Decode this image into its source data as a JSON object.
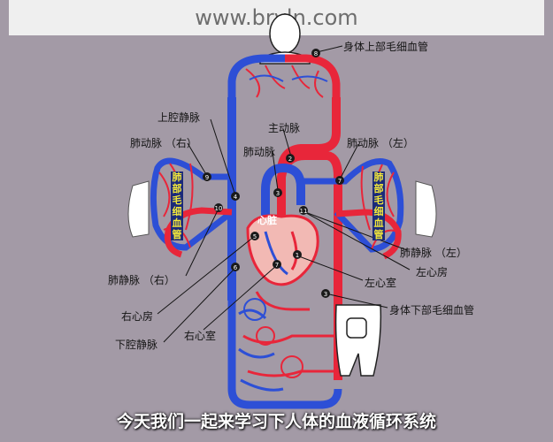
{
  "watermark": {
    "url": "www.bryln.com"
  },
  "labels": {
    "upper_body_capillaries": "身体上部毛细血管",
    "superior_vena_cava": "上腔静脉",
    "aorta": "主动脉",
    "pulmonary_artery": "肺动脉",
    "pulmonary_artery_right": "肺动脉 （右）",
    "pulmonary_artery_left": "肺动脉 （左）",
    "pulmonary_vein_right": "肺静脉 （右）",
    "pulmonary_vein_left": "肺静脉 （左）",
    "left_atrium": "左心房",
    "left_ventricle": "左心室",
    "lower_body_capillaries": "身体下部毛细血管",
    "right_atrium": "右心房",
    "right_ventricle": "右心室",
    "inferior_vena_cava": "下腔静脉",
    "lung_capillaries_right": "肺部毛细血管",
    "lung_capillaries_left": "肺部毛细血管",
    "heart_text": "心脏"
  },
  "numbers": [
    "1",
    "2",
    "3",
    "4",
    "5",
    "6",
    "7",
    "8",
    "9",
    "10",
    "11"
  ],
  "caption": "今天我们一起来学习下人体的血液循环系统",
  "colors": {
    "artery": "#e8263a",
    "vein": "#2d4fd6",
    "background": "#a39aa6",
    "heart": "#f2b9b4"
  }
}
